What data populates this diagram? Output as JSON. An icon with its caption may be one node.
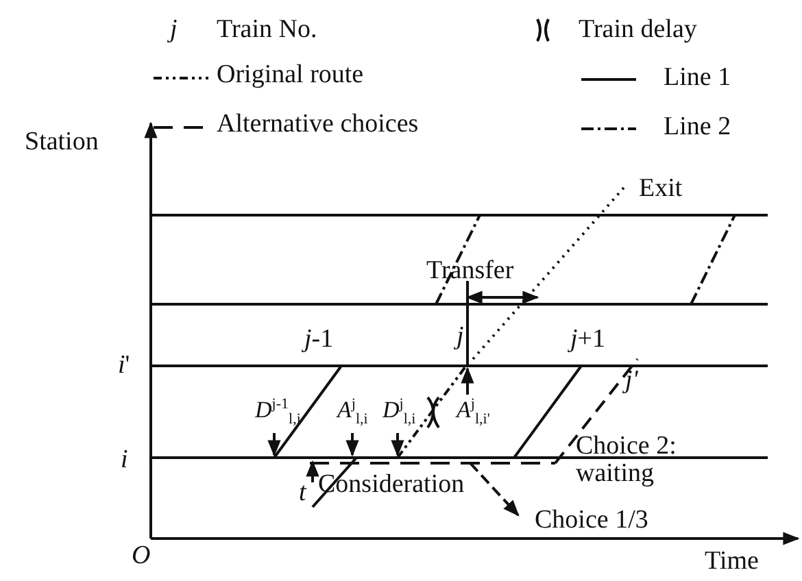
{
  "diagram": {
    "labels": [
      "j",
      "Station",
      "Exit",
      "Transfer",
      "*j*-1",
      "j",
      "*j*+1",
      "*i*'",
      "*D*$^{j-1}$$_{l,i}$",
      "*A*$^{j}$$_{l,i}$",
      "*D*$^{j}$$_{l,i}$",
      "*A*$^{j}$$_{l,i'}$",
      "j'",
      "i",
      "Choice 2: waiting",
      "t",
      "Consideration",
      "Choice 1/3",
      "O",
      "Time"
    ],
    "legend": [
      {
        "text": "Train No."
      },
      {
        "text": "Train delay"
      },
      {
        "text": "Original route"
      },
      {
        "text": "Line 1"
      },
      {
        "text": "Alternative choices"
      },
      {
        "text": "Line 2"
      }
    ]
  }
}
